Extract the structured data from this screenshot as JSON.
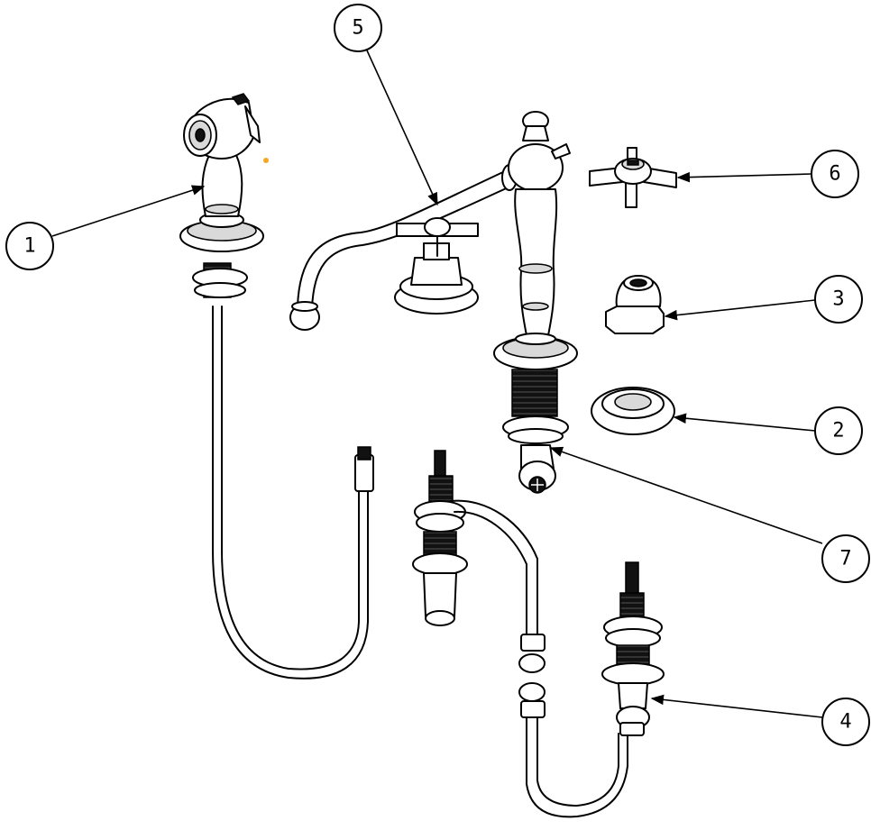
{
  "diagram": {
    "callouts": [
      {
        "id": "c1",
        "label": "1"
      },
      {
        "id": "c2",
        "label": "2"
      },
      {
        "id": "c3",
        "label": "3"
      },
      {
        "id": "c4",
        "label": "4"
      },
      {
        "id": "c5",
        "label": "5"
      },
      {
        "id": "c6",
        "label": "6"
      },
      {
        "id": "c7",
        "label": "7"
      }
    ],
    "colors": {
      "line": "#000000",
      "background": "#ffffff",
      "accent_dot": "#f5a623"
    }
  }
}
